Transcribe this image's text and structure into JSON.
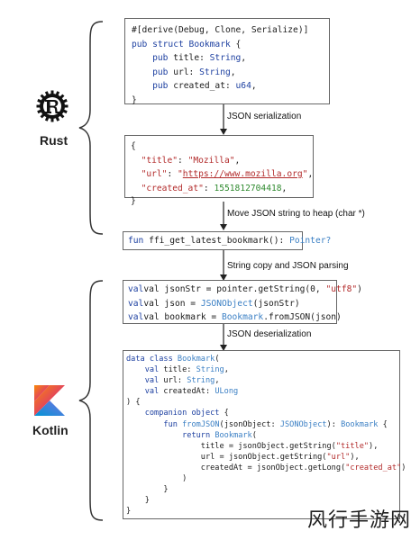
{
  "rust": {
    "label": "Rust",
    "struct_lines": [
      "#[derive(Debug, Clone, Serialize)]",
      "pub struct Bookmark {",
      "    pub title: String,",
      "    pub url: String,",
      "    pub created_at: u64,",
      "}"
    ]
  },
  "json": {
    "open": "{",
    "title_key": "\"title\"",
    "title_val": "\"Mozilla\"",
    "url_key": "\"url\"",
    "url_pre": "\"",
    "url_val": "https://www.mozilla.org",
    "url_post": "\"",
    "created_key": "\"created_at\"",
    "created_val": "1551812704418",
    "close": "}"
  },
  "ffi": {
    "kw": "fun",
    "name": "ffi_get_latest_bookmark():",
    "type": "Pointer?"
  },
  "kotlin_parse": {
    "l1a": "val jsonStr = pointer.getString(0, ",
    "l1b": "\"utf8\"",
    "l1c": ")",
    "l2a": "val json = ",
    "l2b": "JSONObject",
    "l2c": "(jsonStr)",
    "l3a": "val bookmark = ",
    "l3b": "Bookmark",
    "l3c": ".fromJSON(json)"
  },
  "kotlin_class": {
    "lines": [
      "data class Bookmark(",
      "    val title: String,",
      "    val url: String,",
      "    val createdAt: ULong",
      ") {",
      "    companion object {",
      "        fun fromJSON(jsonObject: JSONObject): Bookmark {",
      "            return Bookmark(",
      "                title = jsonObject.getString(\"title\"),",
      "                url = jsonObject.getString(\"url\"),",
      "                createdAt = jsonObject.getLong(\"created_at\")",
      "            )",
      "        }",
      "    }",
      "}"
    ]
  },
  "arrows": {
    "a1": "JSON serialization",
    "a2": "Move JSON string to heap (char *)",
    "a3": "String copy and JSON parsing",
    "a4": "JSON deserialization"
  },
  "kotlin": {
    "label": "Kotlin"
  },
  "watermark": "风行手游网"
}
